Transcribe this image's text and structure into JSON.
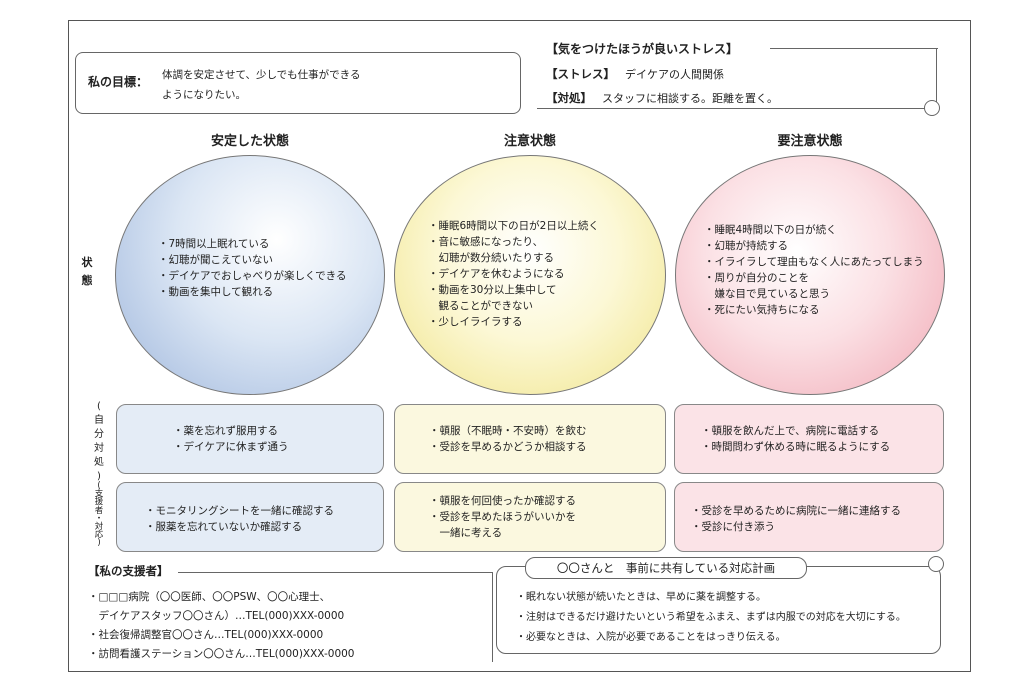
{
  "goal": {
    "label": "私の目標：",
    "line1": "体調を安定させて、少しでも仕事ができる",
    "line2": "ようになりたい。"
  },
  "stress": {
    "title": "【気をつけたほうが良いストレス】",
    "stress_label": "【ストレス】",
    "stress_text": "デイケアの人間関係",
    "coping_label": "【対処】",
    "coping_text": "スタッフに相談する。距離を置く。"
  },
  "columns": {
    "stable": "安定した状態",
    "caution": "注意状態",
    "warning": "要注意状態"
  },
  "row_labels": {
    "state": [
      "状",
      "態"
    ],
    "self": [
      "(",
      "自",
      "分",
      "対",
      "処",
      ")"
    ],
    "supporter": [
      "(",
      "支",
      "援",
      "者",
      "・",
      "対",
      "応",
      ")"
    ]
  },
  "state": {
    "stable": [
      "・7時間以上眠れている",
      "・幻聴が聞こえていない",
      "・デイケアでおしゃべりが楽しくできる",
      "・動画を集中して観れる"
    ],
    "caution": [
      "・睡眠6時間以下の日が2日以上続く",
      "・音に敏感になったり、",
      "　幻聴が数分続いたりする",
      "・デイケアを休むようになる",
      "・動画を30分以上集中して",
      "　観ることができない",
      "・少しイライラする"
    ],
    "warning": [
      "・睡眠4時間以下の日が続く",
      "・幻聴が持続する",
      "・イライラして理由もなく人にあたってしまう",
      "・周りが自分のことを",
      "　嫌な目で見ていると思う",
      "・死にたい気持ちになる"
    ]
  },
  "self": {
    "stable": [
      "・薬を忘れず服用する",
      "・デイケアに休まず通う"
    ],
    "caution": [
      "・頓服（不眠時・不安時）を飲む",
      "・受診を早めるかどうか相談する"
    ],
    "warning": [
      "・頓服を飲んだ上で、病院に電話する",
      "・時間問わず休める時に眠るようにする"
    ]
  },
  "support": {
    "stable": [
      "・モニタリングシートを一緒に確認する",
      "・服薬を忘れていないか確認する"
    ],
    "caution": [
      "・頓服を何回使ったか確認する",
      "・受診を早めたほうがいいかを",
      "　一緒に考える"
    ],
    "warning": [
      "・受診を早めるために病院に一緒に連絡する",
      "・受診に付き添う"
    ]
  },
  "supporters": {
    "title": "【私の支援者】",
    "lines": [
      "・□□□病院（〇〇医師、〇〇PSW、〇〇心理士、",
      "　デイケアスタッフ〇〇さん）…TEL(000)XXX-0000",
      "・社会復帰調整官〇〇さん…TEL(000)XXX-0000",
      "・訪問看護ステーション〇〇さん…TEL(000)XXX-0000"
    ]
  },
  "plan": {
    "title": "〇〇さんと　事前に共有している対応計画",
    "lines": [
      "・眠れない状態が続いたときは、早めに薬を調整する。",
      "・注射はできるだけ避けたいという希望をふまえ、まずは内服での対応を大切にする。",
      "・必要なときは、入院が必要であることをはっきり伝える。"
    ]
  },
  "colors": {
    "blue": "#9eb6dc",
    "yellow": "#f0e48a",
    "pink": "#f0a8b4"
  }
}
